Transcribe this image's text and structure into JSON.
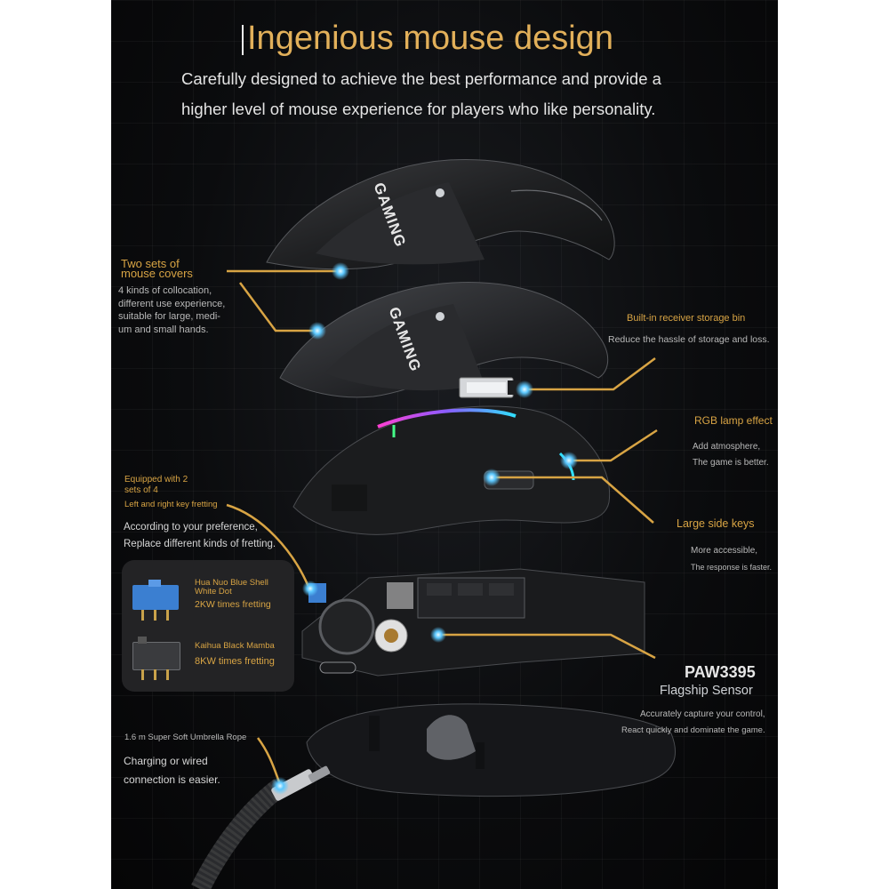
{
  "header": {
    "title": "Ingenious mouse design",
    "subtitle_line1": "Carefully designed to achieve the best performance and provide a",
    "subtitle_line2": "higher level of mouse experience for players who like personality."
  },
  "covers": {
    "heading_line1": "Two sets of",
    "heading_line2": "mouse covers",
    "desc_line1": "4 kinds of collocation,",
    "desc_line2": "different use experience,",
    "desc_line3": "suitable for large, medi-",
    "desc_line4": "um and small hands.",
    "logo_text": "GAMING"
  },
  "receiver": {
    "heading": "Built-in receiver storage bin",
    "desc": "Reduce the hassle of storage and loss."
  },
  "rgb": {
    "heading": "RGB lamp effect",
    "desc_line1": "Add atmosphere,",
    "desc_line2": "The game is better."
  },
  "side_keys": {
    "heading": "Large side keys",
    "desc_line1": "More accessible,",
    "desc_line2": "The response is faster."
  },
  "fretting": {
    "heading_line1": "Equipped with 2",
    "heading_line2": "sets of 4",
    "heading_line3": "Left and right key fretting",
    "desc_line1": "According to your preference,",
    "desc_line2": "Replace different kinds of fretting."
  },
  "switches": [
    {
      "name_line1": "Hua Nuo Blue Shell",
      "name_line2": "White Dot",
      "rating": "2KW times fretting",
      "color": "#3b7fd1"
    },
    {
      "name_line1": "Kaihua Black Mamba",
      "name_line2": "",
      "rating": "8KW times fretting",
      "color": "#2a2a2c"
    }
  ],
  "sensor": {
    "model": "PAW3395",
    "heading": "Flagship Sensor",
    "desc_line1": "Accurately capture your control,",
    "desc_line2": "React quickly and dominate the game."
  },
  "cable": {
    "heading": "1.6 m Super Soft Umbrella Rope",
    "desc_line1": "Charging or wired",
    "desc_line2": "connection is easier."
  },
  "colors": {
    "accent_gold": "#d8a444",
    "glow_blue": "#5cc8ff",
    "background": "#0b0c0e"
  }
}
